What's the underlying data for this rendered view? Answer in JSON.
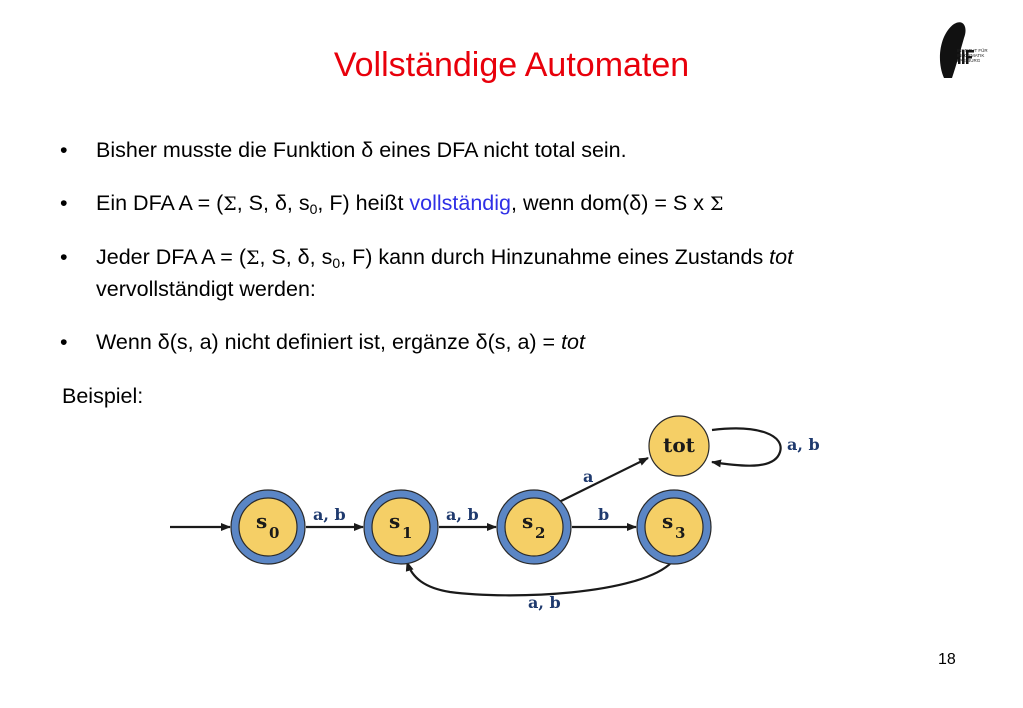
{
  "slide": {
    "title": "Vollständige Automaten",
    "page_number": "18",
    "logo": {
      "line1": "INSTITUT FÜR",
      "line2": "INFORMATIK",
      "line3": "FREIBURG"
    },
    "bullets": {
      "b1": "Bisher musste die Funktion δ eines DFA nicht total sein.",
      "b2": {
        "pre": "Ein DFA A = (",
        "sigma": "Σ",
        "mid": ", S, δ, s",
        "sub": "0",
        "post": ", F) heißt ",
        "highlight": "vollständig",
        "post2": ", wenn dom(δ) = S x ",
        "sigma2": "Σ"
      },
      "b3": {
        "pre": "Jeder DFA A = (",
        "sigma": "Σ",
        "mid": ", S, δ, s",
        "sub": "0",
        "post": ", F) kann durch Hinzunahme eines Zustands ",
        "italic": "tot",
        "post2": "vervollständigt werden:"
      },
      "b4": {
        "pre": "Wenn δ(s, a) nicht definiert ist, ergänze δ(s, a) = ",
        "italic": "tot"
      }
    },
    "example_label": "Beispiel:",
    "colors": {
      "title": "#e8000b",
      "highlight": "#2f2fe6",
      "state_fill": "#f5cf66",
      "state_ring": "#5b86c5",
      "edge_label": "#1f3a6e"
    }
  },
  "diagram": {
    "states": {
      "s0": {
        "name": "s",
        "sub": "0"
      },
      "s1": {
        "name": "s",
        "sub": "1"
      },
      "s2": {
        "name": "s",
        "sub": "2"
      },
      "s3": {
        "name": "s",
        "sub": "3"
      },
      "tot": {
        "name": "tot"
      }
    },
    "edges": {
      "s0_s1": "a, b",
      "s1_s2": "a, b",
      "s2_s3": "b",
      "s2_tot": "a",
      "tot_loop": "a, b",
      "s3_s1": "a, b"
    }
  }
}
